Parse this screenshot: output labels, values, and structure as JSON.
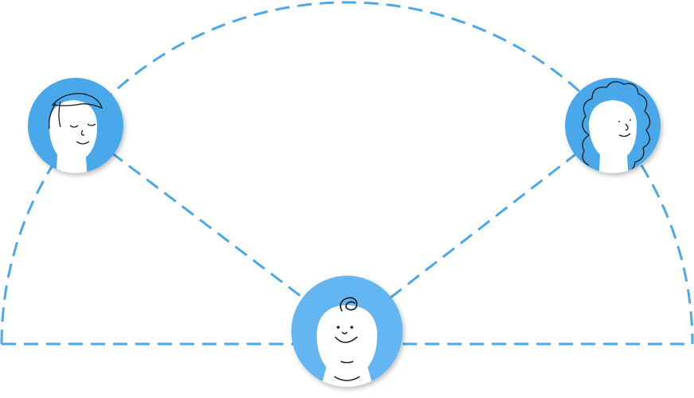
{
  "colors": {
    "dash": "#4aa8ea",
    "avatar_bg": "#4aa8ea",
    "avatar_bg_center": "#63b6f2",
    "face": "#ffffff",
    "ink": "#1a1a1a"
  },
  "nodes": [
    {
      "name": "avatar-left",
      "icon": "person-sleepy-icon"
    },
    {
      "name": "avatar-right",
      "icon": "person-curly-hair-icon"
    },
    {
      "name": "avatar-center",
      "icon": "baby-icon"
    }
  ]
}
